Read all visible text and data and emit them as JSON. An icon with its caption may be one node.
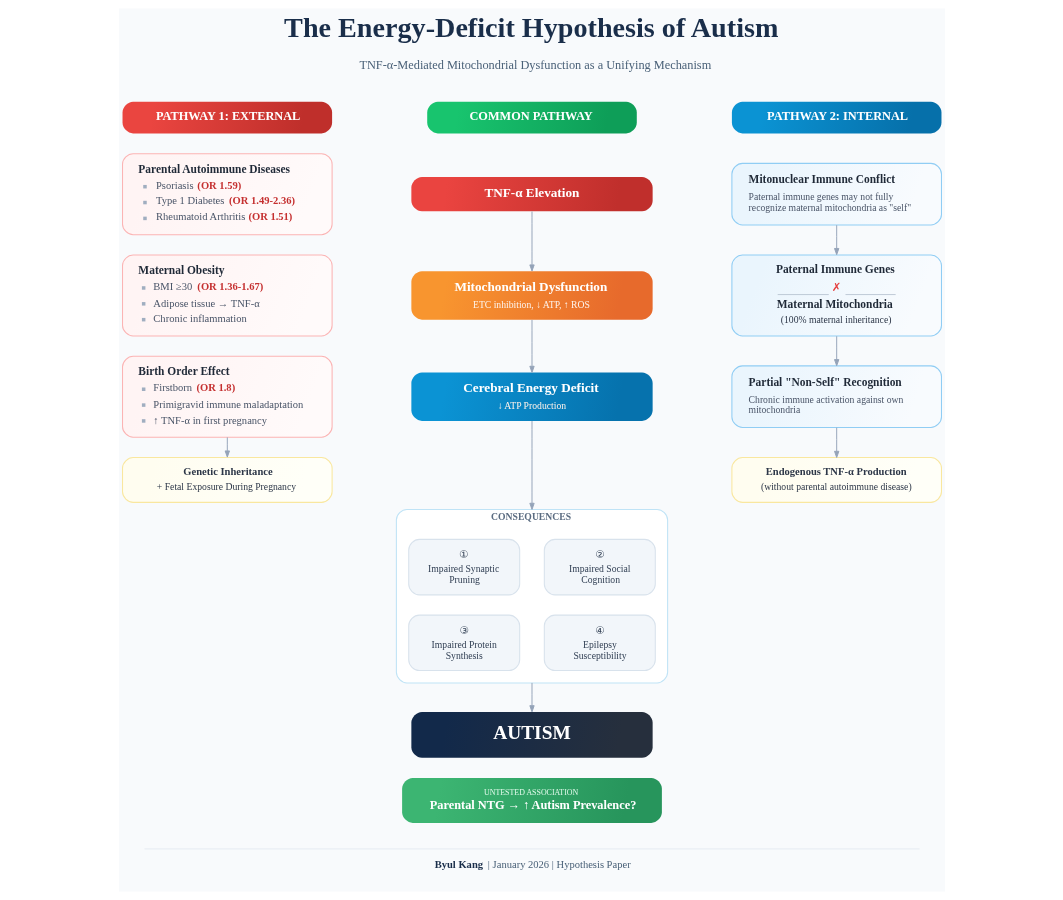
{
  "diagram": {
    "title": "The Energy-Deficit Hypothesis of Autism",
    "nodes": [
      {
        "text": [
          "PATHWAY 1: EXTERNAL"
        ]
      },
      {
        "text": [
          "Parental Autoimmune Diseases",
          "Psoriasis **(OR 1.59)**",
          "Type 1 Diabetes **(OR 1.49-2.36)**",
          "Rheumatoid Arthritis **(OR 1.51)**"
        ]
      },
      {
        "text": [
          "Maternal Obesity",
          "BMI ≥30 **(OR 1.36-1.67)**",
          "Adipose tissue → TNF-α",
          "Chronic inflammation"
        ]
      },
      {
        "text": [
          "Birth Order Effect",
          "Firstborn **(OR 1.8)**",
          "Primigravid immune maladaptation",
          "↑ TNF-α in first pregnancy"
        ]
      },
      {
        "text": [
          "Genetic Inheritance",
          "+ Fetal Exposure During Pregnancy"
        ]
      },
      {
        "text": [
          "COMMON PATHWAY"
        ]
      },
      {
        "text": [
          "TNF-α Elevation"
        ]
      },
      {
        "text": [
          "Mitochondrial Dysfunction",
          "ETC inhibition, ↓ ATP, ↑ ROS"
        ]
      },
      {
        "text": [
          "Cerebral Energy Deficit",
          "↓ ATP Production"
        ]
      },
      {
        "text": [
          "CONSEQUENCES"
        ]
      },
      {
        "text": [
          "①",
          "Impaired Synaptic Pruning"
        ],
        "in": 9
      },
      {
        "text": [
          "②",
          "Impaired Social Cognition"
        ],
        "in": 9
      },
      {
        "text": [
          "③",
          "Impaired Protein Synthesis"
        ],
        "in": 9
      },
      {
        "text": [
          "④",
          "Epilepsy Susceptibility"
        ],
        "in": 9
      },
      {
        "text": [
          "AUTISM"
        ]
      },
      {
        "text": [
          "UNTESTED ASSOCIATION",
          "Parental NTG → ↑ Autism Prevalence?"
        ]
      },
      {
        "text": [
          "PATHWAY 2: INTERNAL"
        ]
      },
      {
        "text": [
          "Mitonuclear Immune Conflict",
          "Paternal immune genes may not fully recognize maternal mitochondria as \"self\""
        ]
      },
      {
        "text": [
          "Paternal Immune Genes",
          "✗",
          "Maternal Mitochondria",
          "(100% maternal inheritance)"
        ]
      },
      {
        "text": [
          "Partial \"Non-Self\" Recognition",
          "Chronic immune activation against own mitochondria"
        ]
      },
      {
        "text": [
          "Endogenous TNF-α Production",
          "(without parental autoimmune disease)"
        ]
      }
    ],
    "edges": [
      {
        "from": 3,
        "to": 4,
        "arrow": "to"
      },
      {
        "from": 6,
        "to": 7,
        "arrow": "to"
      },
      {
        "from": 7,
        "to": 8,
        "arrow": "to"
      },
      {
        "from": 8,
        "to": 9,
        "arrow": "to"
      },
      {
        "from": 9,
        "to": 14,
        "arrow": "to"
      },
      {
        "from": 17,
        "to": 18,
        "arrow": "to"
      },
      {
        "from": 18,
        "to": 19,
        "arrow": "to"
      },
      {
        "from": 19,
        "to": 20,
        "arrow": "to"
      }
    ],
    "labels": [
      "TNF-α-Mediated Mitochondrial Dysfunction as a Unifying Mechanism",
      "**Byul Kang** | January 2026 | Hypothesis Paper"
    ]
  }
}
